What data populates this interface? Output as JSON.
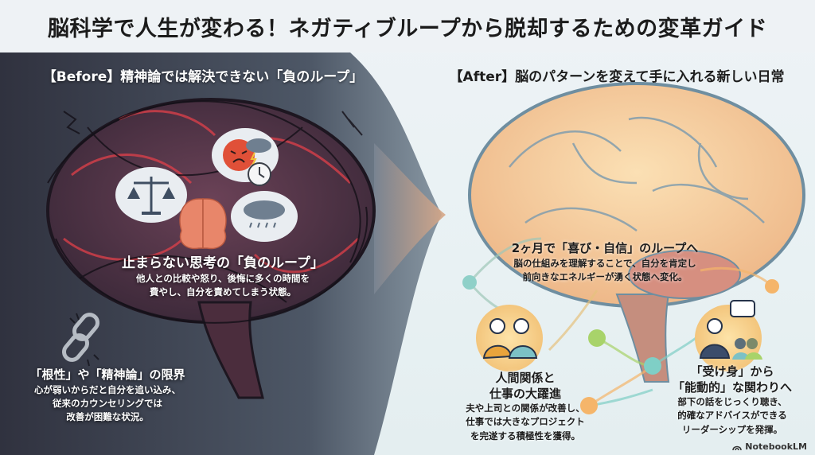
{
  "title": "脳科学で人生が変わる！ネガティブループから脱却するための変革ガイド",
  "before": {
    "heading": "【Before】精神論では解決できない「負のループ」",
    "loop": {
      "title": "止まらない思考の「負のループ」",
      "lines": [
        "他人との比較や怒り、後悔に多くの時間を",
        "費やし、自分を責めてしまう状態。"
      ]
    },
    "limit": {
      "title": "「根性」や「精神論」の限界",
      "lines": [
        "心が弱いからだと自分を追い込み、",
        "従来のカウンセリングでは",
        "改善が困難な状況。"
      ]
    },
    "icons": [
      "scales-icon",
      "angry-face-icon",
      "storm-cloud-icon",
      "clock-icon",
      "rain-cloud-icon",
      "brain-icon",
      "broken-chain-icon"
    ]
  },
  "after": {
    "heading": "【After】脳のパターンを変えて手に入れる新しい日常",
    "joy": {
      "title": "2ヶ月で「喜び・自信」のループへ",
      "lines": [
        "脳の仕組みを理解することで、自分を肯定し",
        "前向きなエネルギーが湧く状態へ変化。"
      ]
    },
    "relations": {
      "title_lines": [
        "人間関係と",
        "仕事の大躍進"
      ],
      "lines": [
        "夫や上司との関係が改善し、",
        "仕事では大きなプロジェクト",
        "を完遂する積極性を獲得。"
      ]
    },
    "active": {
      "title_lines": [
        "「受け身」から",
        "「能動的」な関わりへ"
      ],
      "lines": [
        "部下の話をじっくり聴き、",
        "的確なアドバイスができる",
        "リーダーシップを発揮。"
      ]
    }
  },
  "brand": "NotebookLM",
  "colors": {
    "before_bg": "#3a3f4c",
    "after_bg": "#eaf2f3",
    "brain_dark": "#5a3a4e",
    "brain_light": "#f3c98f",
    "accent_red": "#e0404a",
    "node_teal": "#7fcfc6",
    "node_orange": "#f5b56a",
    "node_green": "#a8d36a"
  }
}
